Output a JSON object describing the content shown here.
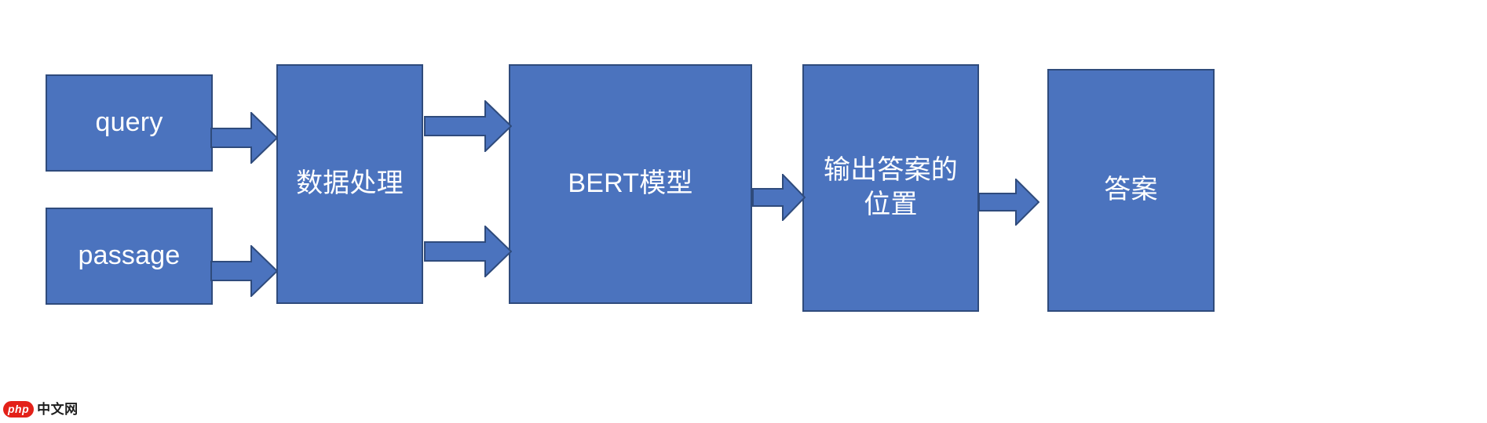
{
  "diagram": {
    "title": "BERT question answering pipeline flowchart",
    "background_color": "#ffffff",
    "node_fill_color": "#4b73be",
    "node_border_color": "#2f4b7c",
    "node_text_color": "#ffffff",
    "arrow_fill_color": "#4b73be",
    "arrow_border_color": "#2f4b7c",
    "nodes": [
      {
        "id": "query",
        "label": "query"
      },
      {
        "id": "passage",
        "label": "passage"
      },
      {
        "id": "prep",
        "label": "数据处理"
      },
      {
        "id": "bert",
        "label": "BERT模型"
      },
      {
        "id": "pos",
        "label": "输出答案的\n位置"
      },
      {
        "id": "answer",
        "label": "答案"
      }
    ],
    "arrows": [
      {
        "id": "query-to-prep",
        "from": "query",
        "to": "prep",
        "direction": "right"
      },
      {
        "id": "passage-to-prep",
        "from": "passage",
        "to": "prep",
        "direction": "right"
      },
      {
        "id": "prep-to-bert-top",
        "from": "prep",
        "to": "bert",
        "direction": "right"
      },
      {
        "id": "prep-to-bert-bot",
        "from": "prep",
        "to": "bert",
        "direction": "right"
      },
      {
        "id": "bert-to-pos",
        "from": "bert",
        "to": "pos",
        "direction": "right"
      },
      {
        "id": "pos-to-answer",
        "from": "pos",
        "to": "answer",
        "direction": "right"
      }
    ]
  },
  "watermark": {
    "badge": "php",
    "text": "中文网",
    "badge_color": "#e32119"
  }
}
